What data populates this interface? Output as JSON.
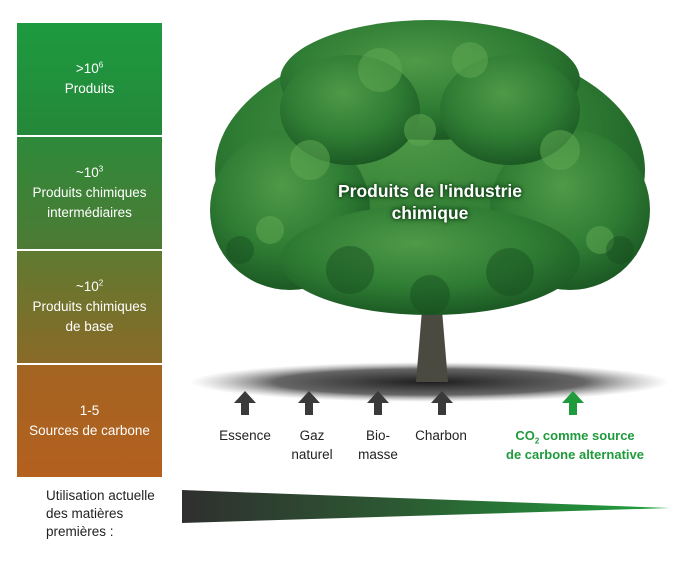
{
  "tiers": [
    {
      "base": ">10",
      "exponent": "6",
      "line1": "Produits",
      "line2": ""
    },
    {
      "base": "~10",
      "exponent": "3",
      "line1": "Produits chimiques",
      "line2": "intermédiaires"
    },
    {
      "base": "~10",
      "exponent": "2",
      "line1": "Produits chimiques",
      "line2": "de base"
    },
    {
      "base": "1-5",
      "exponent": "",
      "line1": "Sources de carbone",
      "line2": ""
    }
  ],
  "tree": {
    "title_line1": "Produits de l'industrie",
    "title_line2": "chimique"
  },
  "sources": [
    {
      "line1": "Essence",
      "line2": ""
    },
    {
      "line1": "Gaz",
      "line2": "naturel"
    },
    {
      "line1": "Bio-",
      "line2": "masse"
    },
    {
      "line1": "Charbon",
      "line2": ""
    }
  ],
  "alternative": {
    "prefix": "CO",
    "subscript": "2",
    "line1_rest": " comme source",
    "line2": "de carbone alternative"
  },
  "usage": {
    "line1": "Utilisation actuelle",
    "line2": "des matières",
    "line3": "premières :"
  },
  "colors": {
    "tree_foliage": "#2f7d34",
    "trunk": "#4a4a40",
    "arrow_dark": "#3a3a3a",
    "arrow_green": "#1f9a3c",
    "alt_text": "#1f9a3c"
  },
  "icons": {
    "source_arrow": "arrow-up-icon",
    "tree": "tree-illustration"
  }
}
